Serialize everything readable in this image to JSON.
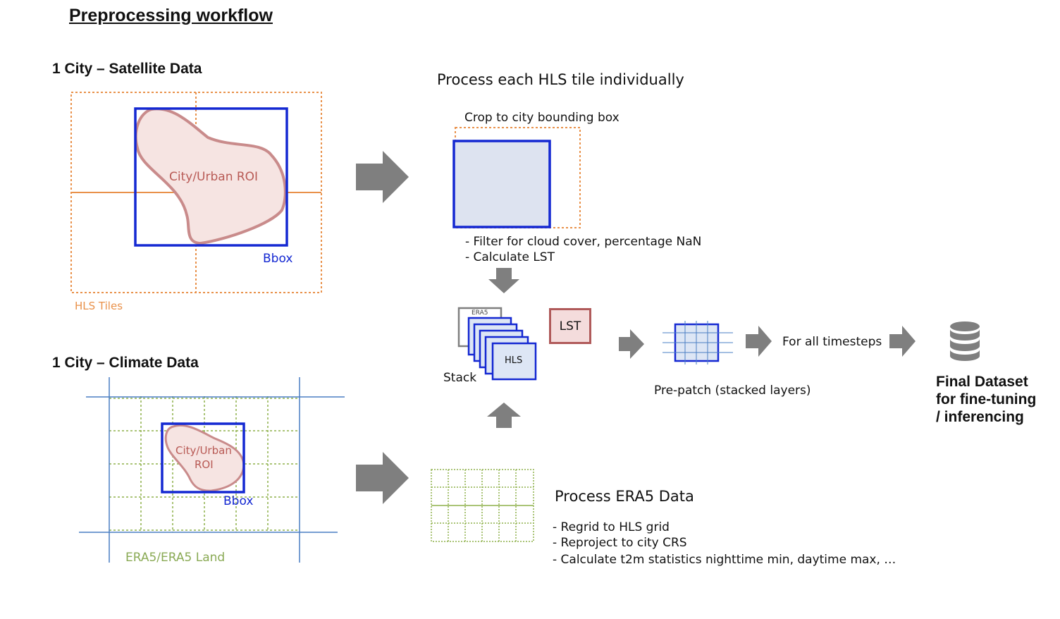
{
  "title": "Preprocessing workflow",
  "satellite": {
    "heading": "1 City – Satellite Data",
    "roi_label": "City/Urban ROI",
    "bbox_label": "Bbox",
    "tiles_label": "HLS Tiles"
  },
  "climate": {
    "heading": "1 City – Climate Data",
    "roi_line1": "City/Urban",
    "roi_line2": "ROI",
    "bbox_label": "Bbox",
    "grid_label": "ERA5/ERA5 Land"
  },
  "hls_process": {
    "heading": "Process each HLS tile individually",
    "crop_label": "Crop to city bounding box",
    "steps": [
      "- Filter for cloud cover, percentage NaN",
      "- Calculate LST"
    ]
  },
  "stack": {
    "label": "Stack",
    "back_layer": "ERA5",
    "front_layer": "HLS",
    "lst_label": "LST"
  },
  "prepatch_label": "Pre-patch (stacked layers)",
  "timesteps_label": "For all timesteps",
  "final": {
    "lines": [
      "Final Dataset",
      "for fine-tuning",
      "/ inferencing"
    ],
    "icon": "database-icon"
  },
  "era5_process": {
    "heading": "Process ERA5 Data",
    "steps": [
      "- Regrid to HLS grid",
      "- Reproject to city CRS",
      "- Calculate t2m statistics nighttime min, daytime max, …"
    ]
  },
  "colors": {
    "bbox_blue": "#1428d2",
    "tile_orange": "#e9914a",
    "roi_fill": "#f6e4e2",
    "roi_stroke": "#c98b8b",
    "roi_text": "#b85a55",
    "grid_green": "#8db04a",
    "era5_green_text": "#8aaa55",
    "grid_blue": "#4a7fc4",
    "arrow_gray": "#7f7f7f",
    "lst_fill": "#f4dcdc",
    "lst_border": "#b05a5a",
    "stack_fill": "#dde6f5"
  }
}
